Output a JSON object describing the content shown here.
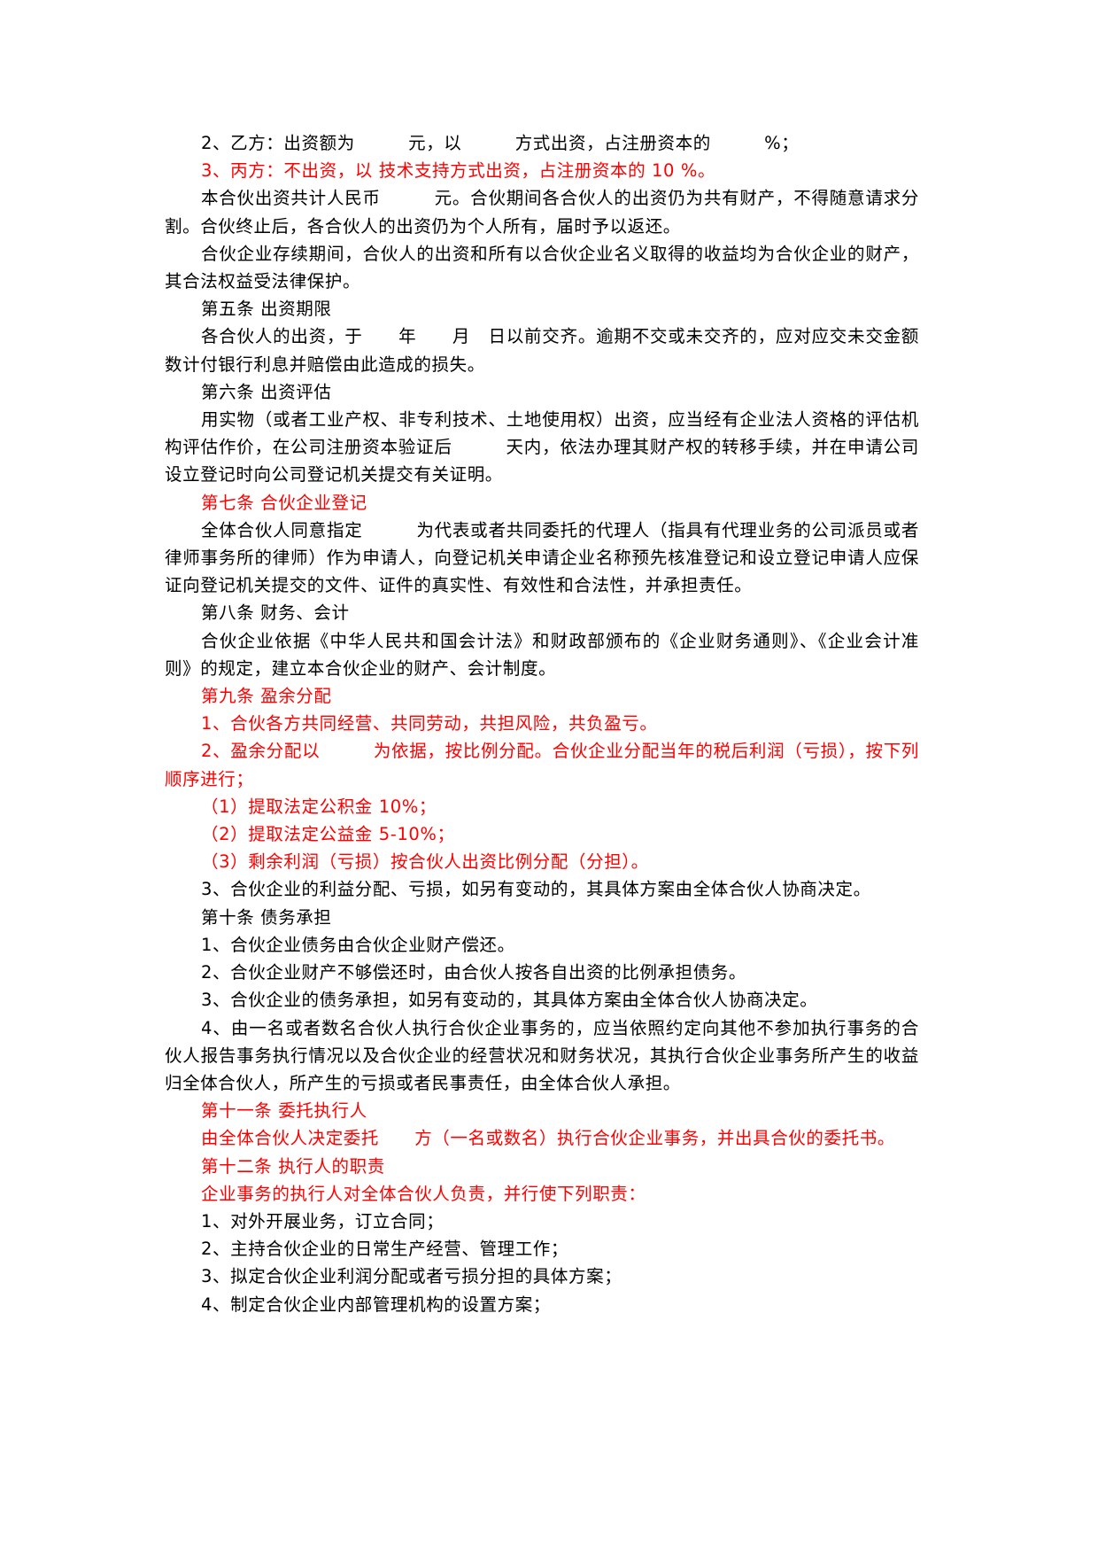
{
  "document": {
    "colors": {
      "text": "#000000",
      "highlight": "#ff0000"
    },
    "paragraphs": [
      {
        "text": "2、乙方：出资额为　　　元，以　　　方式出资，占注册资本的　　　%；",
        "red": false,
        "indent": true
      },
      {
        "text": "3、丙方：不出资，以 技术支持方式出资，占注册资本的 10 %。",
        "red": true,
        "indent": true
      },
      {
        "text": "本合伙出资共计人民币　　　元。合伙期间各合伙人的出资仍为共有财产，不得随意请求分割。合伙终止后，各合伙人的出资仍为个人所有，届时予以返还。",
        "red": false,
        "indent": true
      },
      {
        "text": "合伙企业存续期间，合伙人的出资和所有以合伙企业名义取得的收益均为合伙企业的财产，其合法权益受法律保护。",
        "red": false,
        "indent": true
      },
      {
        "text": "第五条 出资期限",
        "red": false,
        "indent": true
      },
      {
        "text": "各合伙人的出资，于　　年　　月　日以前交齐。逾期不交或未交齐的，应对应交未交金额数计付银行利息并赔偿由此造成的损失。",
        "red": false,
        "indent": true
      },
      {
        "text": "第六条 出资评估",
        "red": false,
        "indent": true
      },
      {
        "text": "用实物（或者工业产权、非专利技术、土地使用权）出资，应当经有企业法人资格的评估机构评估作价，在公司注册资本验证后　　　天内，依法办理其财产权的转移手续，并在申请公司设立登记时向公司登记机关提交有关证明。",
        "red": false,
        "indent": true
      },
      {
        "text": "第七条 合伙企业登记",
        "red": true,
        "indent": true
      },
      {
        "text": "全体合伙人同意指定　　　为代表或者共同委托的代理人（指具有代理业务的公司派员或者律师事务所的律师）作为申请人，向登记机关申请企业名称预先核准登记和设立登记申请人应保证向登记机关提交的文件、证件的真实性、有效性和合法性，并承担责任。",
        "red": false,
        "indent": true
      },
      {
        "text": "第八条 财务、会计",
        "red": false,
        "indent": true
      },
      {
        "text": "合伙企业依据《中华人民共和国会计法》和财政部颁布的《企业财务通则》、《企业会计准则》的规定，建立本合伙企业的财产、会计制度。",
        "red": false,
        "indent": true
      },
      {
        "text": "第九条 盈余分配",
        "red": true,
        "indent": true
      },
      {
        "text": "1、合伙各方共同经营、共同劳动，共担风险，共负盈亏。",
        "red": true,
        "indent": true
      },
      {
        "text": "2、盈余分配以　　　为依据，按比例分配。合伙企业分配当年的税后利润（亏损），按下列顺序进行；",
        "red": true,
        "indent": true
      },
      {
        "text": "（1）提取法定公积金 10%；",
        "red": true,
        "indent": true
      },
      {
        "text": "（2）提取法定公益金 5-10%；",
        "red": true,
        "indent": true
      },
      {
        "text": "（3）剩余利润（亏损）按合伙人出资比例分配（分担）。",
        "red": true,
        "indent": true
      },
      {
        "text": "3、合伙企业的利益分配、亏损，如另有变动的，其具体方案由全体合伙人协商决定。",
        "red": false,
        "indent": true
      },
      {
        "text": "第十条 债务承担",
        "red": false,
        "indent": true
      },
      {
        "text": "1、合伙企业债务由合伙企业财产偿还。",
        "red": false,
        "indent": true
      },
      {
        "text": "2、合伙企业财产不够偿还时，由合伙人按各自出资的比例承担债务。",
        "red": false,
        "indent": true
      },
      {
        "text": "3、合伙企业的债务承担，如另有变动的，其具体方案由全体合伙人协商决定。",
        "red": false,
        "indent": true
      },
      {
        "text": "4、由一名或者数名合伙人执行合伙企业事务的，应当依照约定向其他不参加执行事务的合伙人报告事务执行情况以及合伙企业的经营状况和财务状况，其执行合伙企业事务所产生的收益归全体合伙人，所产生的亏损或者民事责任，由全体合伙人承担。",
        "red": false,
        "indent": true
      },
      {
        "text": "第十一条 委托执行人",
        "red": true,
        "indent": true
      },
      {
        "text": "由全体合伙人决定委托　　方（一名或数名）执行合伙企业事务，并出具合伙的委托书。",
        "red": true,
        "indent": true
      },
      {
        "text": "第十二条 执行人的职责",
        "red": true,
        "indent": true
      },
      {
        "text": "企业事务的执行人对全体合伙人负责，并行使下列职责：",
        "red": true,
        "indent": true
      },
      {
        "text": "1、对外开展业务，订立合同；",
        "red": false,
        "indent": true
      },
      {
        "text": "2、主持合伙企业的日常生产经营、管理工作；",
        "red": false,
        "indent": true
      },
      {
        "text": "3、拟定合伙企业利润分配或者亏损分担的具体方案；",
        "red": false,
        "indent": true
      },
      {
        "text": "4、制定合伙企业内部管理机构的设置方案；",
        "red": false,
        "indent": true
      }
    ]
  }
}
